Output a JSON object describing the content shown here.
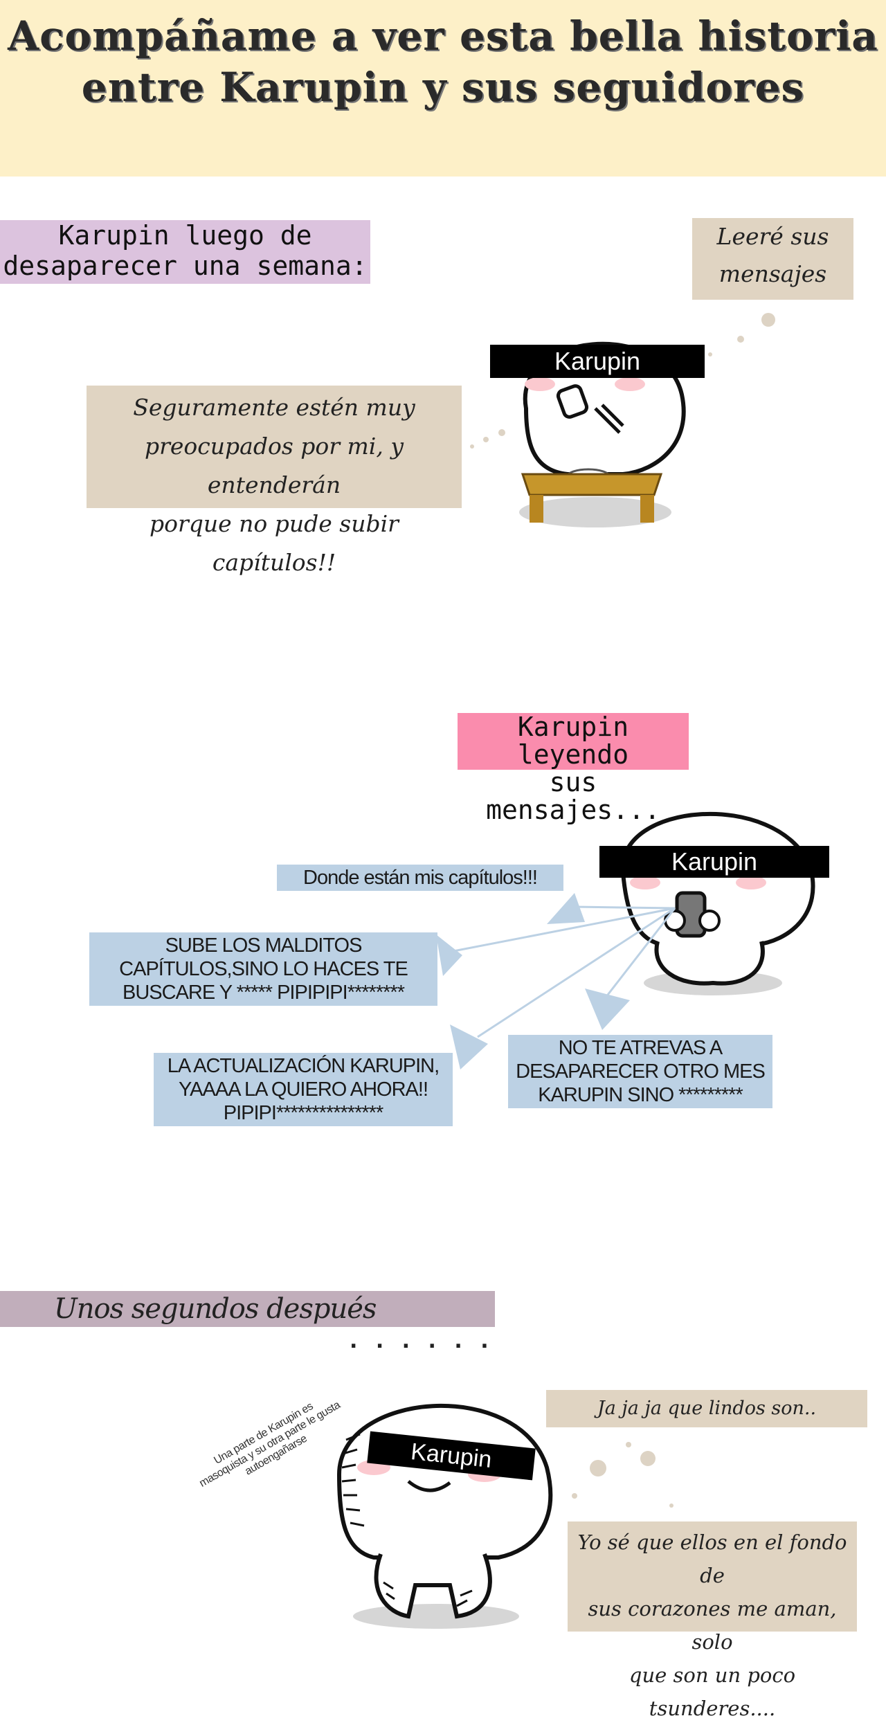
{
  "title": {
    "line1": "Acompáñame a ver esta bella historia",
    "line2": "entre Karupin y sus seguidores"
  },
  "scene1": {
    "caption_line1": "Karupin luego de",
    "caption_line2": "desaparecer una semana:",
    "thought_line1": "Leeré sus",
    "thought_line2": "mensajes",
    "censor_label": "Karupin",
    "speech_line1": "Seguramente estén muy",
    "speech_line2": "preocupados por mi, y entenderán",
    "speech_line3": "porque no pude subir capítulos!!"
  },
  "scene2": {
    "caption_line1": "Karupin leyendo",
    "caption_line2": "sus mensajes...",
    "censor_label": "Karupin",
    "messages": [
      {
        "line1": "Donde están mis capítulos!!!"
      },
      {
        "line1": "SUBE LOS MALDITOS",
        "line2": "CAPÍTULOS,SINO LO HACES TE",
        "line3": "BUSCARE Y ***** PIPIPIPI********"
      },
      {
        "line1": "LA ACTUALIZACIÓN KARUPIN,",
        "line2": "YAAAA LA QUIERO AHORA!!",
        "line3": "PIPIPI***************"
      },
      {
        "line1": "NO TE ATREVAS A",
        "line2": "DESAPARECER OTRO MES",
        "line3": "KARUPIN SINO *********"
      }
    ]
  },
  "scene3": {
    "caption": "Unos segundos después",
    "dots": ". . . . . .",
    "side_note_line1": "Una parte de Karupin es",
    "side_note_line2": "masoquista y su otra parte le gusta",
    "side_note_line3": "autoengañarse",
    "censor_label": "Karupin",
    "thought": "Ja ja ja que lindos son..",
    "speech_line1": "Yo sé que ellos en el fondo de",
    "speech_line2": "sus corazones me aman, solo",
    "speech_line3": "que son un poco tsunderes...."
  },
  "colors": {
    "banner": "#fdf0c8",
    "lilac": "#dcc3de",
    "beige": "#e0d4c2",
    "pink": "#fa8cad",
    "mauve": "#c1aebb",
    "blue": "#bcd1e4"
  }
}
